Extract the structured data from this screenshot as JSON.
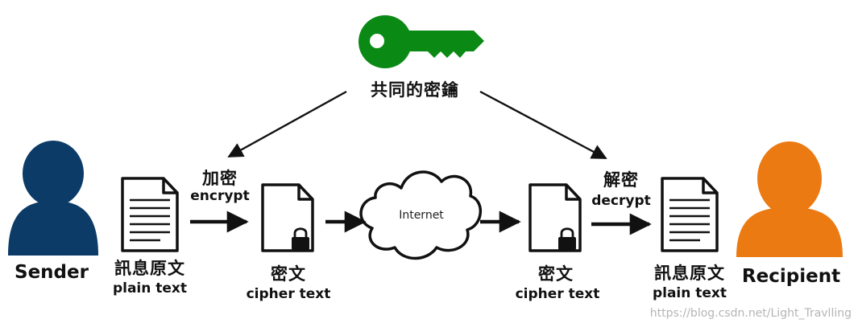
{
  "key": {
    "label": "共同的密鑰",
    "color": "#0a8a14"
  },
  "sender": {
    "name": "Sender",
    "color": "#0b3b66"
  },
  "recipient": {
    "name": "Recipient",
    "color": "#ec7a12"
  },
  "encrypt": {
    "zh": "加密",
    "en": "encrypt"
  },
  "decrypt": {
    "zh": "解密",
    "en": "decrypt"
  },
  "plaintext_left": {
    "zh": "訊息原文",
    "en": "plain text"
  },
  "ciphertext_left": {
    "zh": "密文",
    "en": "cipher text"
  },
  "internet": {
    "label": "Internet"
  },
  "ciphertext_right": {
    "zh": "密文",
    "en": "cipher text"
  },
  "plaintext_right": {
    "zh": "訊息原文",
    "en": "plain text"
  },
  "watermark": "https://blog.csdn.net/Light_Travlling"
}
